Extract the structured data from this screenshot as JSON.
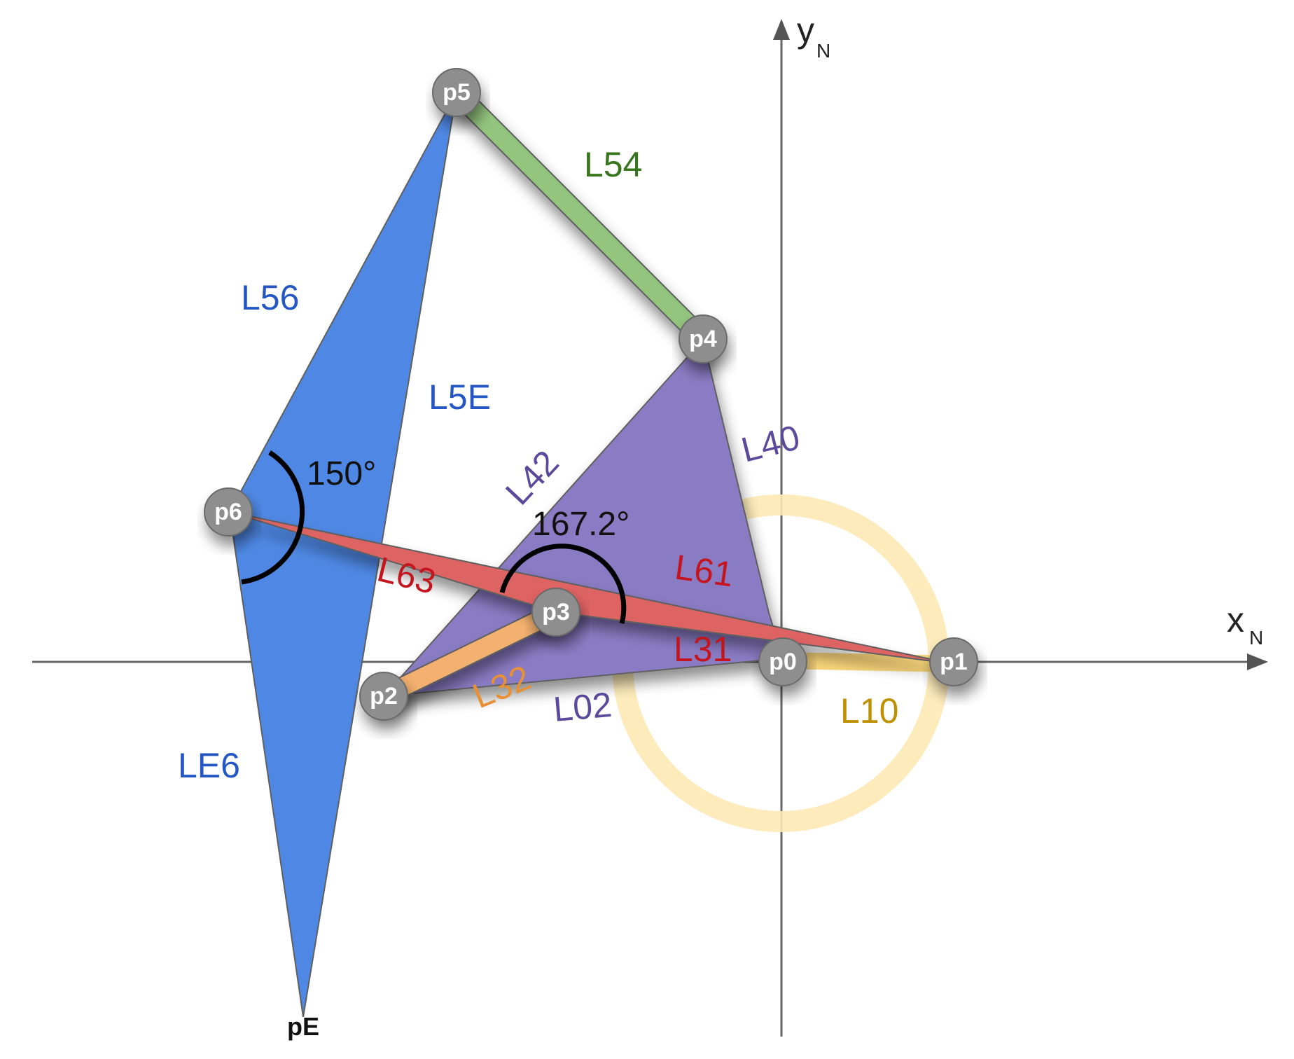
{
  "axes": {
    "x_label": "x",
    "x_sub": "N",
    "y_label": "y",
    "y_sub": "N"
  },
  "nodes": {
    "p0": "p0",
    "p1": "p1",
    "p2": "p2",
    "p3": "p3",
    "p4": "p4",
    "p5": "p5",
    "p6": "p6",
    "pE": "pE"
  },
  "links": {
    "L10": "L10",
    "L02": "L02",
    "L31": "L31",
    "L32": "L32",
    "L40": "L40",
    "L42": "L42",
    "L54": "L54",
    "L56": "L56",
    "L5E": "L5E",
    "LE6": "LE6",
    "L61": "L61",
    "L63": "L63"
  },
  "angles": {
    "p6": "150°",
    "p3": "167.2°"
  },
  "colors": {
    "blue_body": "#4f88e4",
    "purple_body": "#8a7cc4",
    "red_body": "#de6464",
    "green_link": "#93c47d",
    "orange_link": "#f3b06e",
    "yellow_link": "#fbd77b",
    "circle": "#fde9b4",
    "node": "#8e8e8e",
    "blue_text": "#2457c4",
    "purple_text": "#5b4a9c",
    "red_text": "#c4141e",
    "green_text": "#38761d",
    "orange_text": "#e69138",
    "gold_text": "#bf9000"
  }
}
